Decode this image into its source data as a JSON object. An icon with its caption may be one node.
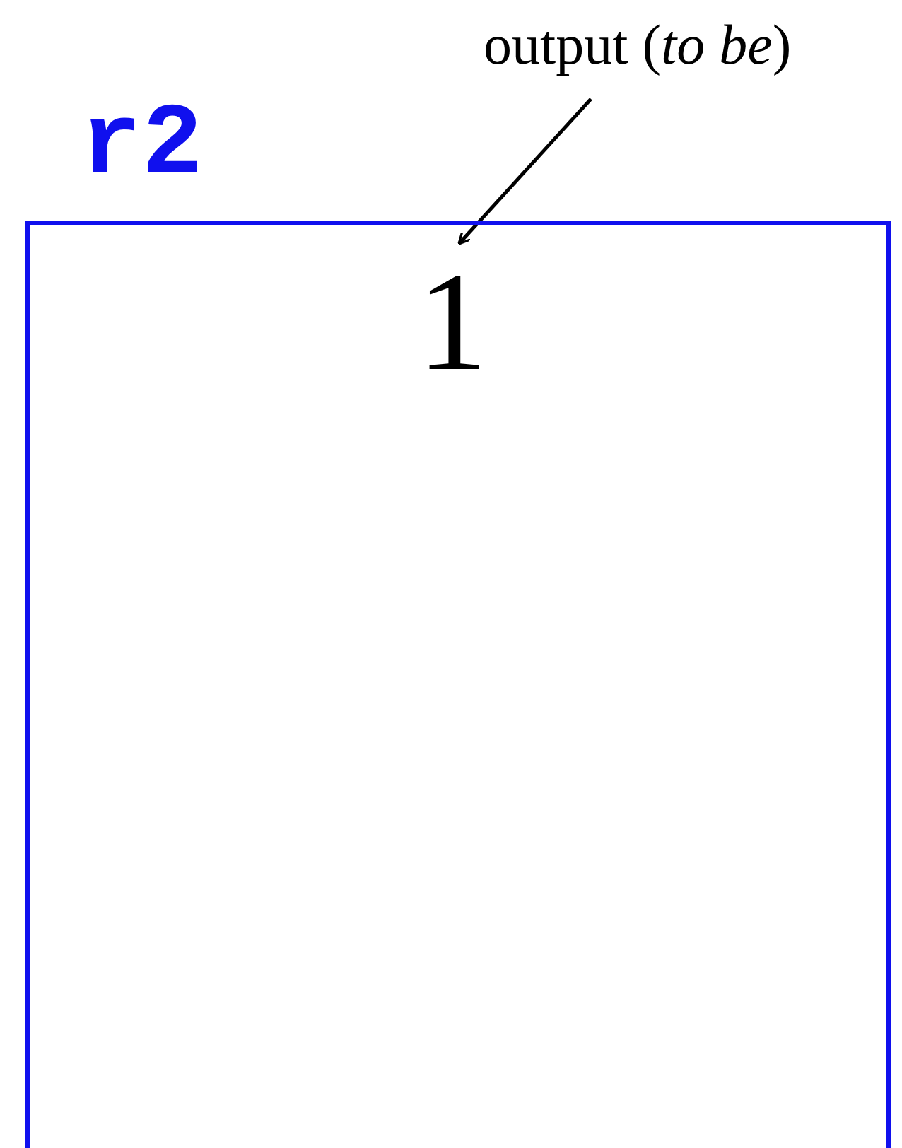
{
  "diagram": {
    "nodes": [
      {
        "text": [
          "r2"
        ]
      },
      {
        "text": [
          "1"
        ],
        "in": 0
      },
      {
        "text": [
          "output (*to be*)"
        ]
      }
    ],
    "edges": [
      {
        "from": 2,
        "to": 1,
        "arrow": "to"
      }
    ]
  }
}
